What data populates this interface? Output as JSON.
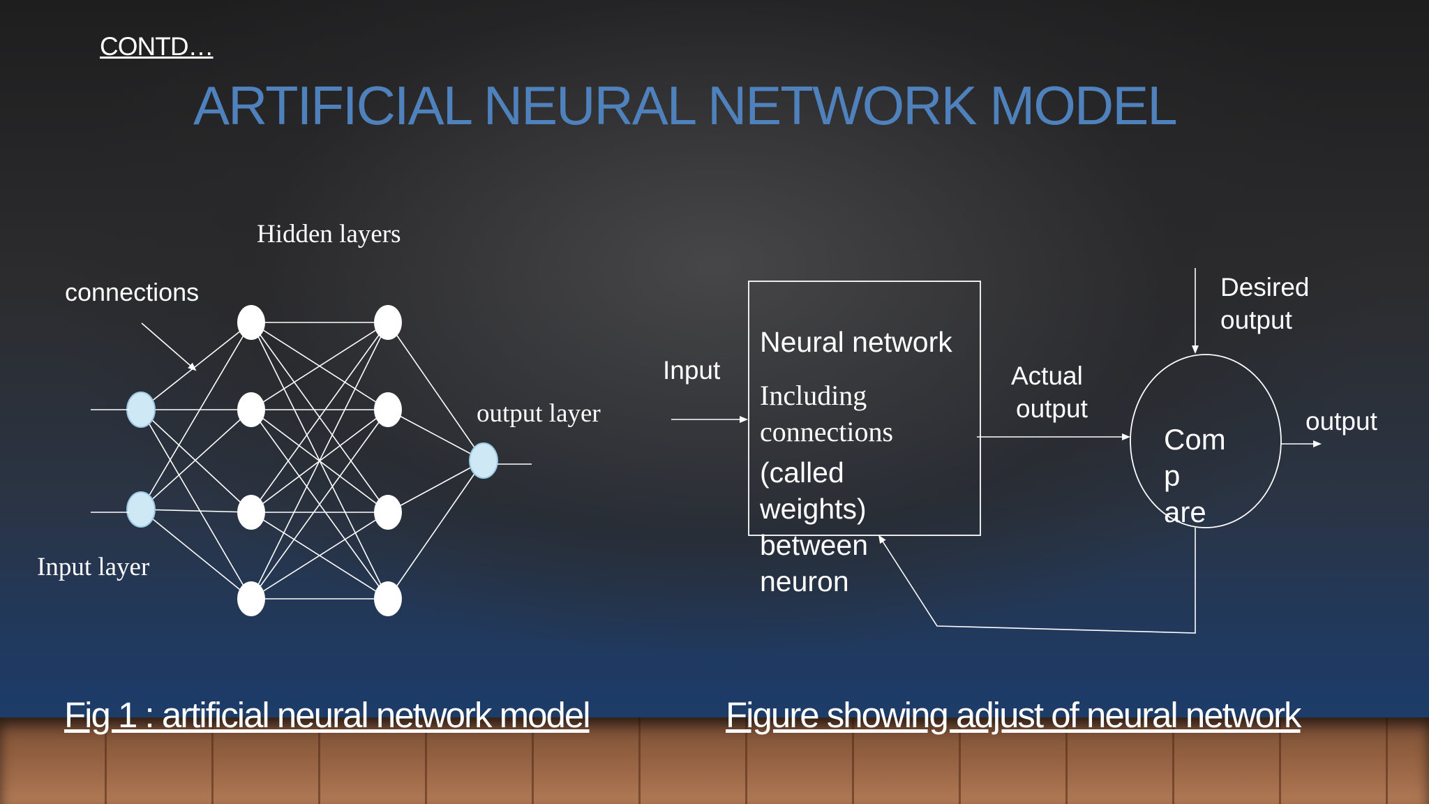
{
  "slide": {
    "contd": "CONTD…",
    "title": "ARTIFICIAL NEURAL NETWORK MODEL"
  },
  "fig1": {
    "hidden_layers": "Hidden layers",
    "connections": "connections",
    "output_layer": "output layer",
    "input_layer": "Input layer",
    "caption": "Fig 1 : artificial neural network model"
  },
  "fig2": {
    "input": "Input",
    "box_line1": "Neural network",
    "box_line2": "Including",
    "box_line3": "connections",
    "box_line4": "(called",
    "box_line5": "weights)",
    "box_line6": "between",
    "box_line7": "neuron",
    "actual_output_1": "Actual",
    "actual_output_2": "output",
    "desired_output_1": "Desired",
    "desired_output_2": "output",
    "compare_1": "Com",
    "compare_2": "p",
    "compare_3": "are",
    "output": "output",
    "caption": "Figure showing adjust of neural network"
  },
  "colors": {
    "title": "#4f81bd",
    "io_node": "#cfe8f6",
    "hidden_node": "#ffffff",
    "line": "#ffffff"
  }
}
